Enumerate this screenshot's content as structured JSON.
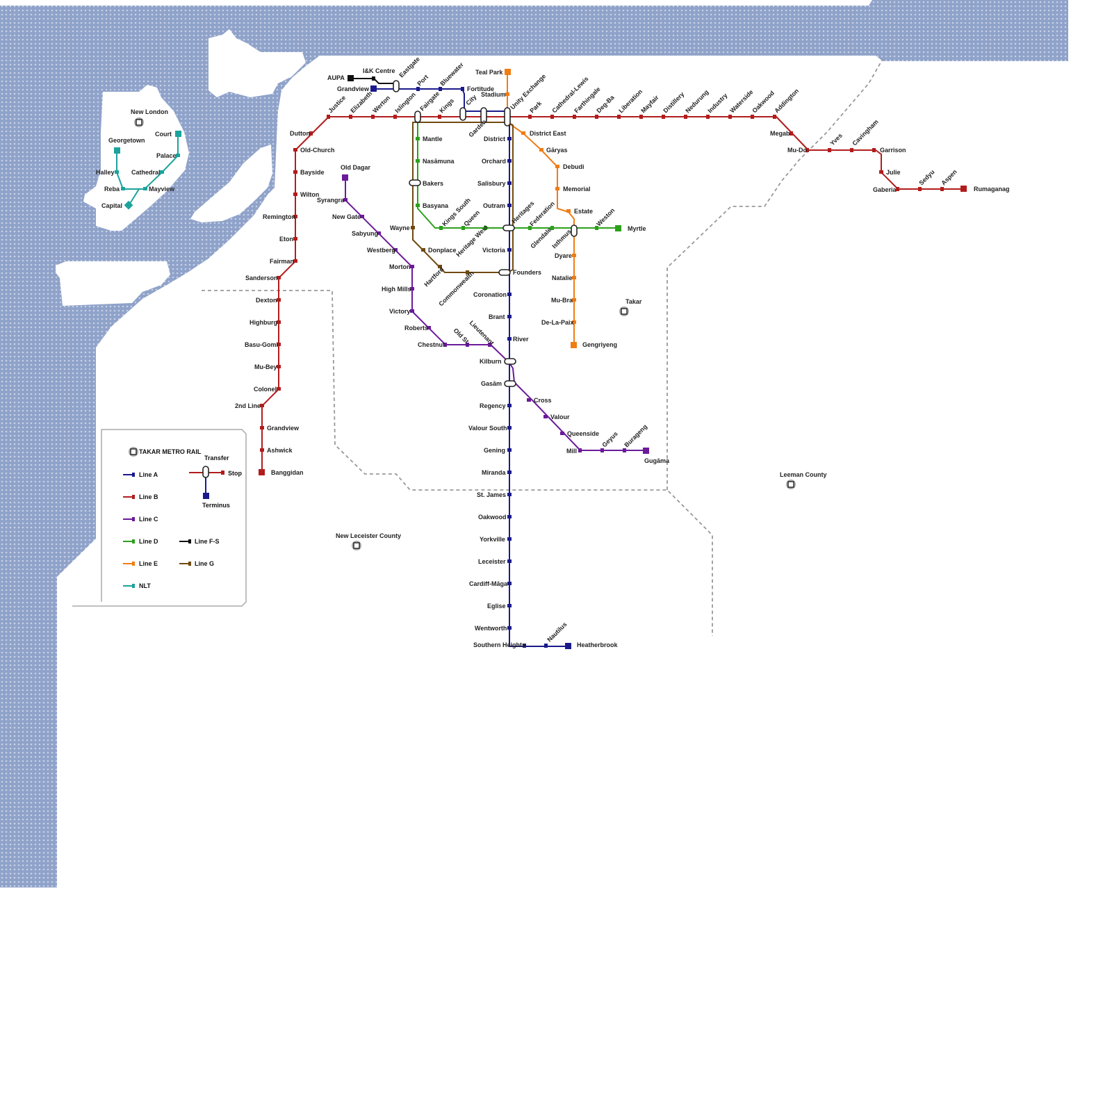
{
  "colors": {
    "water": "#8fa2c9",
    "water_dot": "#c7d1e6",
    "border": "#999999",
    "line_a": "#1a1a8c",
    "line_b": "#b21c1c",
    "line_c": "#6a1a9a",
    "line_d": "#2ca01c",
    "line_e": "#f07c14",
    "line_fs": "#111111",
    "line_g": "#704a10",
    "nlt": "#1ba39c"
  },
  "cities": {
    "new_london": "New London",
    "takar": "Takar",
    "leeman": "Leeman County",
    "new_leceister": "New Leceister County"
  },
  "legend": {
    "title": "TAKAR METRO RAIL",
    "transfer": "Transfer",
    "stop": "Stop",
    "terminus": "Terminus",
    "line_a": "Line A",
    "line_b": "Line B",
    "line_c": "Line C",
    "line_d": "Line D",
    "line_e": "Line E",
    "line_fs": "Line F-S",
    "line_g": "Line G",
    "nlt": "NLT"
  },
  "stations": {
    "aupa": "AUPA",
    "ik_centre": "I&K Centre",
    "eastgate": "Eastgate",
    "grandview_a": "Grandview",
    "port": "Port",
    "bluewater": "Bluewater",
    "fortitude": "Fortitude",
    "teal_park": "Teal Park",
    "stadium": "Stadium",
    "justice": "Justice",
    "elizabeth": "Elizabeth",
    "werton": "Werton",
    "islington": "Islington",
    "fairgate": "Fairgate",
    "kings": "Kings",
    "city": "City",
    "garden": "Garden",
    "unity_exchange": "Unity Exchange",
    "park": "Park",
    "cathedral_lewis": "Cathedral-Lewis",
    "farthingale": "Farthingale",
    "deg_ba": "Deg-Ba",
    "liberation": "Liberation",
    "mayfair": "Mayfair",
    "distillery": "Distillery",
    "nedurung": "Nedurung",
    "industry": "Industry",
    "waterside": "Waterside",
    "oakwood_b": "Oakwood",
    "addington": "Addington",
    "megab": "Megab",
    "mu_do": "Mu-Do",
    "yves": "Yves",
    "cavingham": "Cavingham",
    "garrison": "Garrison",
    "julie": "Julie",
    "gaberia": "Gaberia",
    "sedyu": "Sedyu",
    "aspen": "Aspen",
    "rumaganag": "Rumaganag",
    "dutton": "Dutton",
    "old_church": "Old-Church",
    "bayside": "Bayside",
    "wilton": "Wilton",
    "remington": "Remington",
    "eton": "Eton",
    "fairman": "Fairman",
    "sanderson": "Sanderson",
    "dexton": "Dexton",
    "highburg": "Highburg",
    "basu_gomi": "Basu-Gomi",
    "mu_bey": "Mu-Bey",
    "colonel": "Colonel",
    "second_line": "2nd Line",
    "grandview_b": "Grandview",
    "ashwick": "Ashwick",
    "banggidan": "Banggidan",
    "mantle": "Mantle",
    "nasamuna": "Nasāmuna",
    "bakers": "Bakers",
    "basyana": "Basyana",
    "kings_south": "Kings South",
    "queen": "Queen",
    "heritage_west": "Heritage West",
    "heritages": "Heritages",
    "federation": "Federation",
    "glendale": "Glendale",
    "isthmus": "Isthmus",
    "weston": "Weston",
    "myrtle": "Myrtle",
    "wayne": "Wayne",
    "donplace": "Donplace",
    "hartford": "Hartford",
    "commonwealth": "Commonwealth",
    "founders": "Founders",
    "district_east": "District East",
    "garyas": "Gāryas",
    "debudi": "Debudi",
    "memorial": "Memorial",
    "estate": "Estate",
    "dyare": "Dyare",
    "natalie": "Natalie",
    "mu_bra": "Mu-Bra",
    "de_la_paix": "De-La-Paix",
    "gengriyeng": "Gengriyeng",
    "district": "District",
    "orchard": "Orchard",
    "salisbury": "Salisbury",
    "outram": "Outram",
    "victoria": "Victoria",
    "coronation": "Coronation",
    "brant": "Brant",
    "river": "River",
    "kilburn": "Kilburn",
    "gasam": "Gasām",
    "regency": "Regency",
    "valour_south": "Valour South",
    "gening": "Gening",
    "miranda": "Miranda",
    "st_james": "St. James",
    "oakwood_a": "Oakwood",
    "yorkville": "Yorkville",
    "leceister": "Leceister",
    "cardiff_maga": "Cardiff-Māga",
    "eglise": "Eglise",
    "wentworth": "Wentworth",
    "southern_heights": "Southern Heights",
    "nautilus": "Nautilus",
    "heatherbrook": "Heatherbrook",
    "old_dagar": "Old Dagar",
    "syrangra": "Syrangra",
    "new_gate": "New Gate",
    "sabyung": "Sabyung",
    "westberg": "Westberg",
    "morton": "Morton",
    "high_mills": "High Mills",
    "victory": "Victory",
    "roberts": "Roberts",
    "chestnut": "Chestnut",
    "old_st": "Old St.",
    "lieutenant": "Lieutenant",
    "cross": "Cross",
    "valour": "Valour",
    "queenside": "Queenside",
    "mill": "Mill",
    "geyus": "Geyus",
    "burageng": "Burageng",
    "gugama": "Gugāma",
    "georgetown": "Georgetown",
    "court": "Court",
    "palace": "Palace",
    "halley": "Halley",
    "cathedral": "Cathedral",
    "reba": "Reba",
    "mayview": "Mayview",
    "capital": "Capital"
  }
}
